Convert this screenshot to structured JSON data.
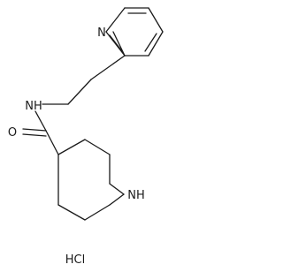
{
  "molecule": {
    "atoms": {
      "pyridine_n": "N",
      "amide_nh": "NH",
      "carbonyl_o": "O",
      "piperidine_nh": "NH"
    },
    "salt": "HCl"
  }
}
